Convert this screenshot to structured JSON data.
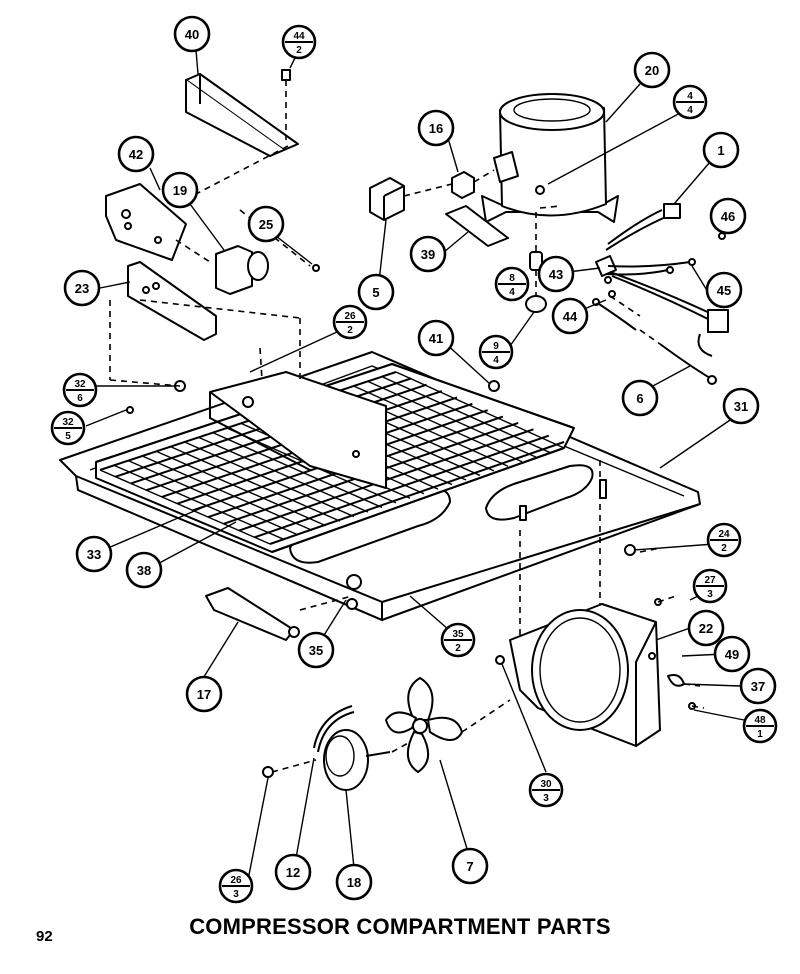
{
  "title": "COMPRESSOR COMPARTMENT PARTS",
  "page_number": "92",
  "callouts": [
    {
      "top": "40"
    },
    {
      "top": "44",
      "bottom": "2"
    },
    {
      "top": "20"
    },
    {
      "top": "16"
    },
    {
      "top": "4",
      "bottom": "4"
    },
    {
      "top": "42"
    },
    {
      "top": "19"
    },
    {
      "top": "25"
    },
    {
      "top": "1"
    },
    {
      "top": "46"
    },
    {
      "top": "39"
    },
    {
      "top": "43"
    },
    {
      "top": "45"
    },
    {
      "top": "23"
    },
    {
      "top": "5"
    },
    {
      "top": "8",
      "bottom": "4"
    },
    {
      "top": "44"
    },
    {
      "top": "26",
      "bottom": "2"
    },
    {
      "top": "41"
    },
    {
      "top": "9",
      "bottom": "4"
    },
    {
      "top": "6"
    },
    {
      "top": "32",
      "bottom": "6"
    },
    {
      "top": "31"
    },
    {
      "top": "32",
      "bottom": "5"
    },
    {
      "top": "33"
    },
    {
      "top": "38"
    },
    {
      "top": "24",
      "bottom": "2"
    },
    {
      "top": "27",
      "bottom": "3"
    },
    {
      "top": "22"
    },
    {
      "top": "49"
    },
    {
      "top": "35"
    },
    {
      "top": "35",
      "bottom": "2"
    },
    {
      "top": "17"
    },
    {
      "top": "37"
    },
    {
      "top": "48",
      "bottom": "1"
    },
    {
      "top": "30",
      "bottom": "3"
    },
    {
      "top": "26",
      "bottom": "3"
    },
    {
      "top": "12"
    },
    {
      "top": "18"
    },
    {
      "top": "7"
    }
  ]
}
